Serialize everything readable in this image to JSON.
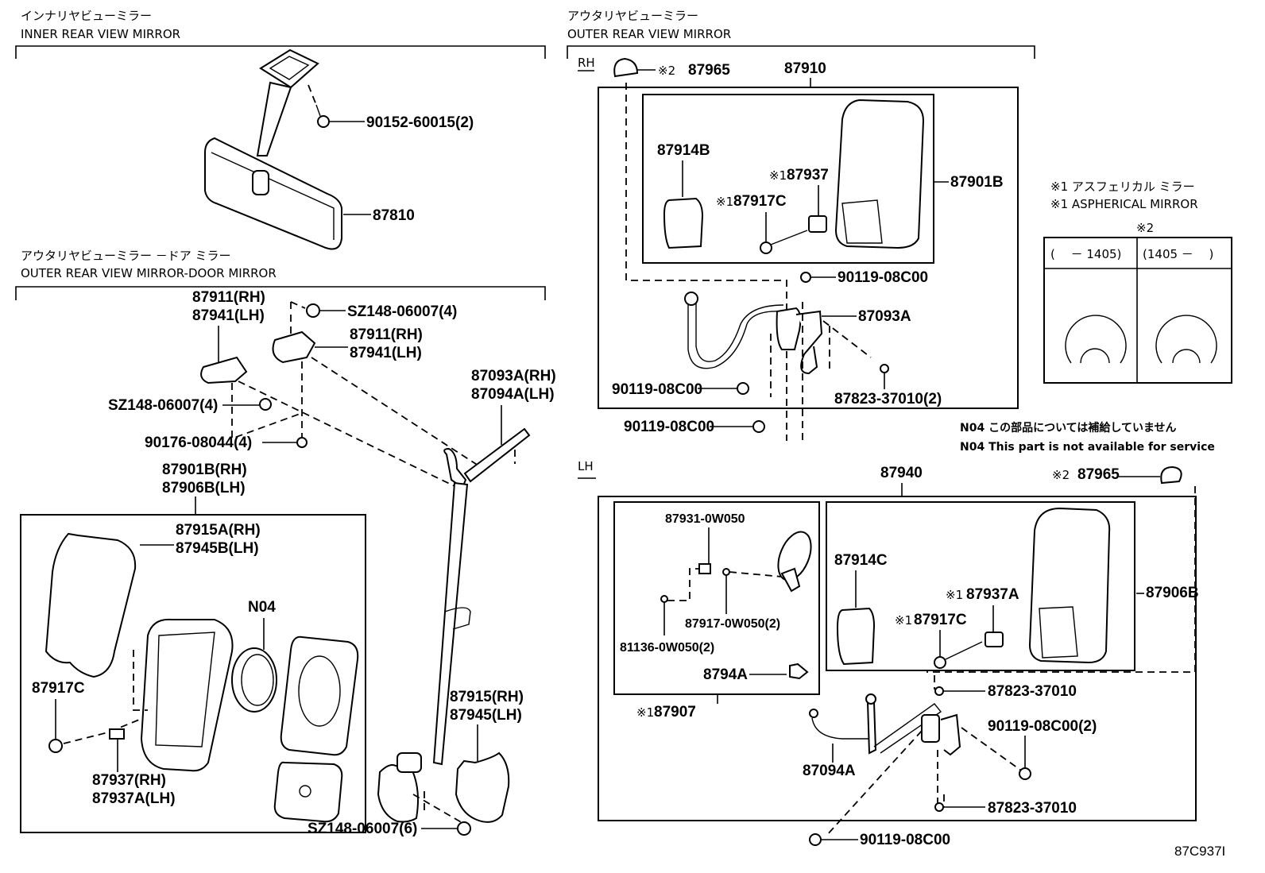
{
  "sections": {
    "inner": {
      "title_jp": "インナリヤビューミラー",
      "title_en": "INNER REAR VIEW MIRROR"
    },
    "door": {
      "title_jp": "アウタリヤビューミラー －ドア ミラー",
      "title_en": "OUTER REAR VIEW MIRROR-DOOR MIRROR"
    },
    "outer": {
      "title_jp": "アウタリヤビューミラー",
      "title_en": "OUTER REAR VIEW MIRROR"
    }
  },
  "side_labels": {
    "rh": "RH",
    "lh": "LH"
  },
  "inner_parts": {
    "bolt": "90152-60015(2)",
    "mirror": "87810"
  },
  "door_parts": {
    "bracket_a_1": "87911(RH)",
    "bracket_a_2": "87941(LH)",
    "screw_top": "SZ148-06007(4)",
    "bracket_b_1": "87911(RH)",
    "bracket_b_2": "87941(LH)",
    "stay_1": "87093A(RH)",
    "stay_2": "87094A(LH)",
    "screw_mid": "SZ148-06007(4)",
    "nut": "90176-08044(4)",
    "assy_1": "87901B(RH)",
    "assy_2": "87906B(LH)",
    "glass_1": "87915A(RH)",
    "glass_2": "87945B(LH)",
    "n04": "N04",
    "screw_left": "87917C",
    "motor_1": "87937(RH)",
    "motor_2": "87937A(LH)",
    "cover_1": "87915(RH)",
    "cover_2": "87945(LH)",
    "screw_bottom": "SZ148-06007(6)"
  },
  "rh_parts": {
    "cap": "87965",
    "cap_mark": "※2",
    "assy": "87910",
    "cover": "87914B",
    "holder": "87937",
    "holder_mark": "※1",
    "screw": "87917C",
    "screw_mark": "※1",
    "mirror": "87901B",
    "bolt_top": "90119-08C00",
    "stay": "87093A",
    "bolt_left": "90119-08C00",
    "washer": "87823-37010(2)",
    "bolt_bottom": "90119-08C00"
  },
  "lh_parts": {
    "assy": "87940",
    "cap": "87965",
    "cap_mark": "※2",
    "sub_bracket": "87931-0W050",
    "sub_screw": "87917-0W050(2)",
    "sub_nut": "81136-0W050(2)",
    "sub_clip": "8794A",
    "sub_assy": "87907",
    "sub_assy_mark": "※1",
    "cover": "87914C",
    "holder": "87937A",
    "holder_mark": "※1",
    "screw": "87917C",
    "screw_mark": "※1",
    "mirror": "87906B",
    "washer_top": "87823-37010",
    "bolt_right": "90119-08C00(2)",
    "stay": "87094A",
    "washer_bottom": "87823-37010",
    "bolt_bottom": "90119-08C00"
  },
  "notes": {
    "aspherical_jp": "※1 アスフェリカル ミラー",
    "aspherical_en": "※1 ASPHERICAL MIRROR",
    "table_title": "※2",
    "col1": "(　 － 1405)",
    "col2": "(1405 －　 )",
    "n04_jp": "N04 この部品については補給していません",
    "n04_en": "N04 This part is not available for service"
  },
  "figure_code": "87C937I"
}
